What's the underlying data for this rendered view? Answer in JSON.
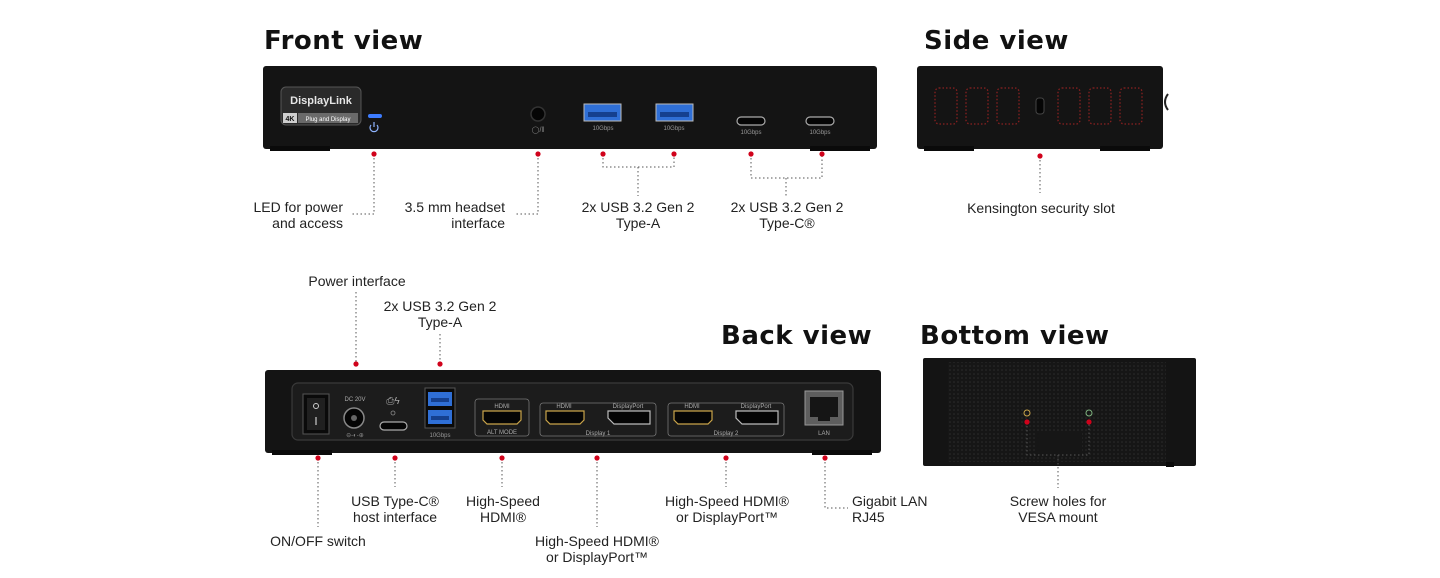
{
  "views": {
    "front_title": "Front view",
    "side_title": "Side view",
    "back_title": "Back view",
    "bottom_title": "Bottom view"
  },
  "device_markings": {
    "brand": "DisplayLink",
    "badge_4k": "4K",
    "badge_text": "Plug and Display",
    "speed_label": "10Gbps",
    "dc_label": "DC 20V",
    "hdmi_label": "HDMI",
    "dp_label": "DisplayPort",
    "alt_mode": "ALT MODE",
    "display1": "Display 1",
    "display2": "Display 2",
    "lan_label": "LAN"
  },
  "callouts": {
    "led": [
      "LED for power",
      "and access"
    ],
    "headset": [
      "3.5 mm headset",
      "interface"
    ],
    "front_usba": [
      "2x USB 3.2 Gen 2",
      "Type-A"
    ],
    "front_usbc": [
      "2x USB 3.2 Gen 2",
      "Type-C®"
    ],
    "kensington": "Kensington security slot",
    "power_interface": "Power interface",
    "back_usba": [
      "2x USB 3.2 Gen 2",
      "Type-A"
    ],
    "onoff": "ON/OFF switch",
    "usbc_host": [
      "USB Type-C®",
      "host interface"
    ],
    "hdmi_hs": [
      "High-Speed",
      "HDMI®"
    ],
    "hdmi_dp1": [
      "High-Speed HDMI®",
      "or DisplayPort™"
    ],
    "hdmi_dp2": [
      "High-Speed HDMI®",
      "or DisplayPort™"
    ],
    "lan": [
      "Gigabit LAN",
      "RJ45"
    ],
    "vesa": [
      "Screw holes for",
      "VESA mount"
    ]
  },
  "colors": {
    "device_body": "#141414",
    "callout_dot": "#d0021b",
    "leader_line": "#555555",
    "usb_a_blue": "#2f6fd6",
    "led_blue": "#3d7cff",
    "hdmi_gold": "#c9a44a"
  }
}
